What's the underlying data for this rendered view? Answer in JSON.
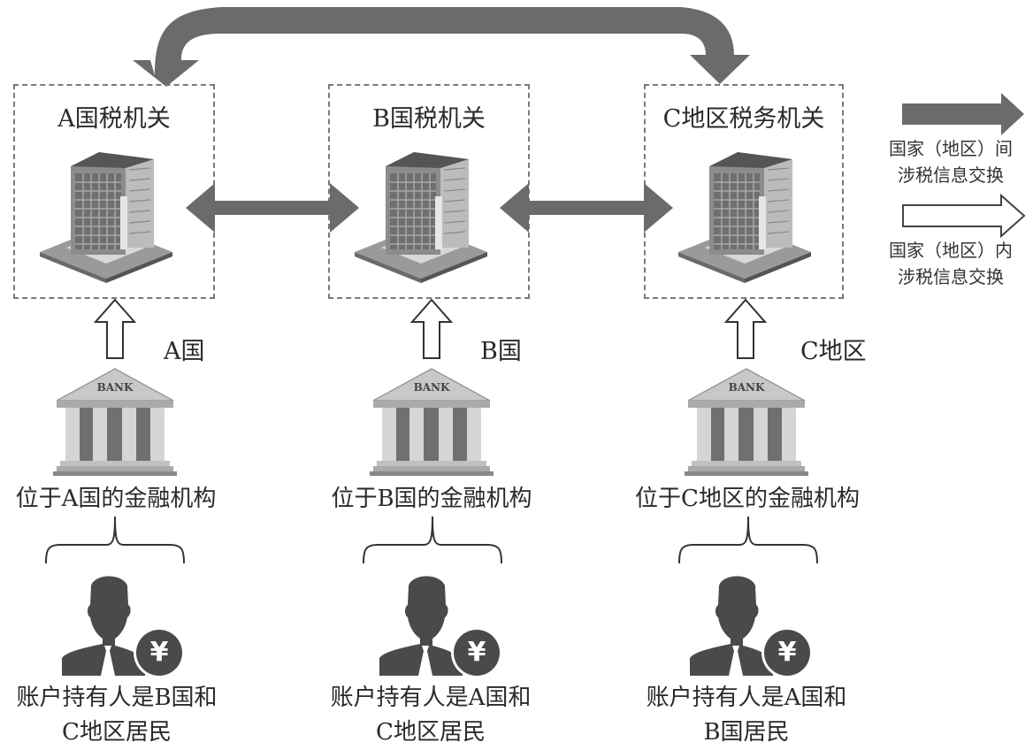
{
  "diagram": {
    "authorities": [
      {
        "id": "A",
        "title": "A国税机关",
        "country_label": "A国",
        "institution": "位于A国的金融机构",
        "holder_line1": "账户持有人是B国和",
        "holder_line2": "C地区居民"
      },
      {
        "id": "B",
        "title": "B国税机关",
        "country_label": "B国",
        "institution": "位于B国的金融机构",
        "holder_line1": "账户持有人是A国和",
        "holder_line2": "C地区居民"
      },
      {
        "id": "C",
        "title": "C地区税务机关",
        "country_label": "C地区",
        "institution": "位于C地区的金融机构",
        "holder_line1": "账户持有人是A国和",
        "holder_line2": "B国居民"
      }
    ],
    "bank_sign": "BANK",
    "currency_symbol": "¥",
    "legend": {
      "inter": {
        "line1": "国家（地区）间",
        "line2": "涉税信息交换",
        "icon": "filled-arrow"
      },
      "intra": {
        "line1": "国家（地区）内",
        "line2": "涉税信息交换",
        "icon": "outline-arrow"
      }
    },
    "colors": {
      "exchange_arrow": "#6b6b6b",
      "box_border": "#7a7a7a",
      "person": "#4a4a4a"
    }
  }
}
